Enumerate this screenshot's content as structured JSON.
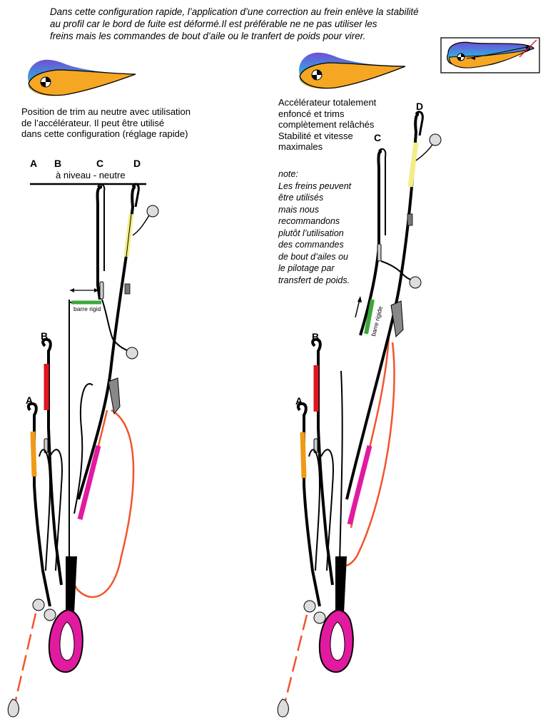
{
  "intro": {
    "line1": "Dans cette configuration rapide, l’application d’une correction au frein enlève la stabilité",
    "line2": "au profil car le bord de fuite est déformé.Il est préférable ne ne pas utiliser les",
    "line3": "freins mais les commandes de bout d’aile ou le tranfert de poids pour virer."
  },
  "left": {
    "desc": {
      "line1": "Position de trim au neutre avec utilisation",
      "line2": "de l’accélérateur. Il peut être utilisé",
      "line3": "dans cette configuration (réglage rapide)"
    },
    "level_label": "à niveau - neutre",
    "labels": {
      "A_top": "A",
      "B_top": "B",
      "C_top": "C",
      "D_top": "D",
      "A": "A",
      "B": "B"
    },
    "bar_label": "barre rigid"
  },
  "right": {
    "desc": {
      "line1": "Accélérateur totalement",
      "line2": "enfoncé et trims",
      "line3": "complètement relâchés",
      "line4": "Stabilité et vitesse",
      "line5": "maximales"
    },
    "note": {
      "line1": "note:",
      "line2": "Les freins peuvent",
      "line3": "être utilisés",
      "line4": "mais nous",
      "line5": "recommandons",
      "line6": "plutôt l’utilisation",
      "line7": "des commandes",
      "line8": "de bout d’ailes ou",
      "line9": "le pilotage par",
      "line10": "transfert de poids."
    },
    "labels": {
      "C": "C",
      "D": "D",
      "A": "A",
      "B": "B"
    },
    "bar_label": "barre rigide"
  },
  "colors": {
    "wing": "#f5a623",
    "wing_top": "#7a4fd0",
    "red": "#e0151f",
    "orange": "#ef9a18",
    "yellow": "#f2ee86",
    "green": "#3aa838",
    "magenta": "#e21aa0",
    "brake": "#f2542d"
  }
}
